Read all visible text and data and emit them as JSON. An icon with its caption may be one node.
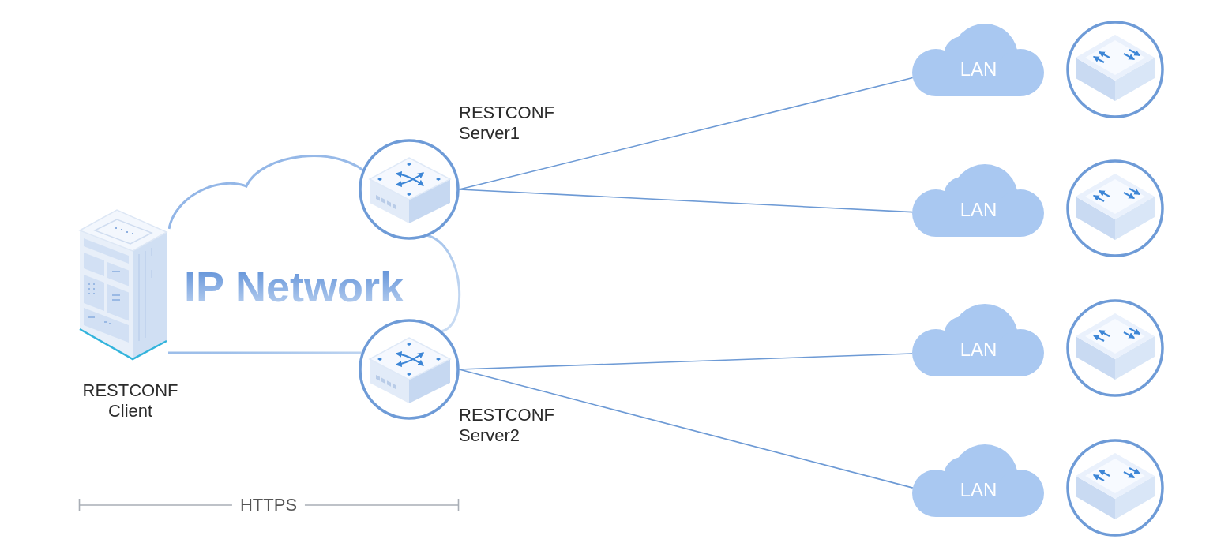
{
  "diagram": {
    "nodes": [
      {
        "text": [
          "IP Network"
        ]
      },
      {
        "text": [
          "RESTCONF Client"
        ]
      },
      {
        "text": [
          "RESTCONF Server1"
        ]
      },
      {
        "text": [
          "RESTCONF Server2"
        ]
      },
      {
        "text": [
          "LAN"
        ]
      },
      {
        "text": [
          "LAN"
        ]
      },
      {
        "text": [
          "LAN"
        ]
      },
      {
        "text": [
          "LAN"
        ]
      },
      {
        "text": [],
        "shape": "circle"
      },
      {
        "text": [],
        "shape": "circle"
      },
      {
        "text": [],
        "shape": "circle"
      },
      {
        "text": [],
        "shape": "circle"
      }
    ],
    "edges": [
      {
        "from": 2,
        "to": 4,
        "arrow": "none"
      },
      {
        "from": 2,
        "to": 5,
        "arrow": "none"
      },
      {
        "from": 3,
        "to": 6,
        "arrow": "none"
      },
      {
        "from": 3,
        "to": 7,
        "arrow": "none"
      }
    ],
    "labels": [
      "HTTPS"
    ]
  }
}
